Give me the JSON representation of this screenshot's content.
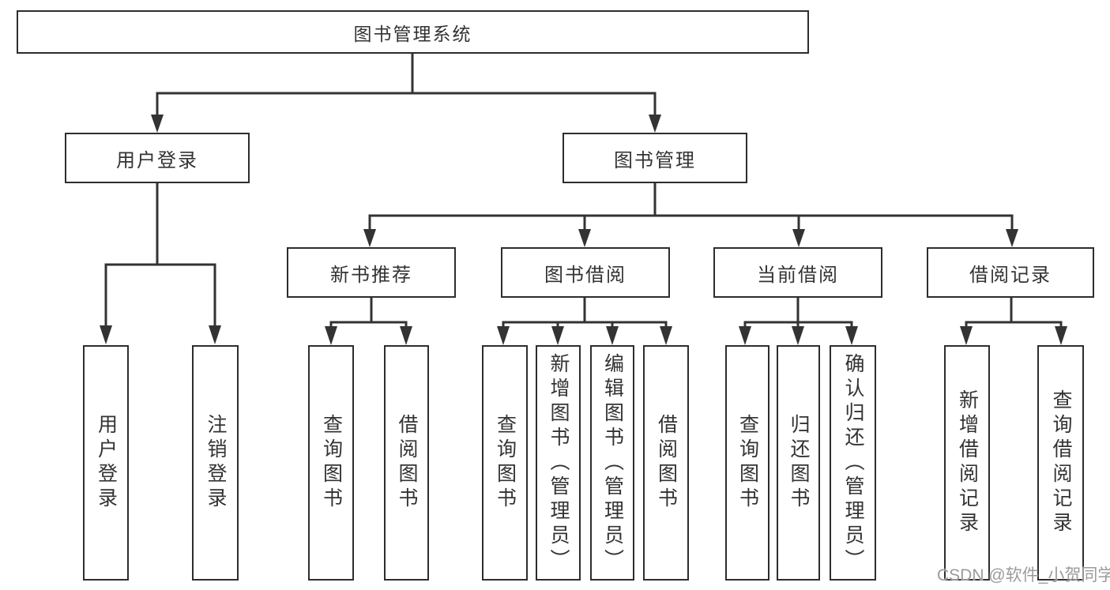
{
  "nodes": {
    "root": {
      "label": "图书管理系统"
    },
    "userLogin": {
      "label": "用户登录"
    },
    "bookMgmt": {
      "label": "图书管理"
    },
    "newBookRec": {
      "label": "新书推荐"
    },
    "bookBorrow": {
      "label": "图书借阅"
    },
    "currentBorrow": {
      "label": "当前借阅"
    },
    "borrowRecord": {
      "label": "借阅记录"
    },
    "leafUserLogin": {
      "label": "用户登录"
    },
    "leafLogout": {
      "label": "注销登录"
    },
    "leafQueryBooksRec": {
      "label": "查询图书"
    },
    "leafBorrowBooksRec": {
      "label": "借阅图书"
    },
    "leafQueryBooksBorrow": {
      "label": "查询图书"
    },
    "leafAddBooks": {
      "label": "新增图书（管理员）"
    },
    "leafEditBooks": {
      "label": "编辑图书（管理员）"
    },
    "leafBorrowBooksBorrow": {
      "label": "借阅图书"
    },
    "leafQueryBooksCurrent": {
      "label": "查询图书"
    },
    "leafReturnBooks": {
      "label": "归还图书"
    },
    "leafConfirmReturn": {
      "label": "确认归还（管理员）"
    },
    "leafAddBorrowRecord": {
      "label": "新增借阅记录"
    },
    "leafQueryBorrowRecord": {
      "label": "查询借阅记录"
    }
  },
  "hierarchy": {
    "图书管理系统": {
      "用户登录": [
        "用户登录",
        "注销登录"
      ],
      "图书管理": {
        "新书推荐": [
          "查询图书",
          "借阅图书"
        ],
        "图书借阅": [
          "查询图书",
          "新增图书（管理员）",
          "编辑图书（管理员）",
          "借阅图书"
        ],
        "当前借阅": [
          "查询图书",
          "归还图书",
          "确认归还（管理员）"
        ],
        "借阅记录": [
          "新增借阅记录",
          "查询借阅记录"
        ]
      }
    }
  },
  "watermark": {
    "text": "CSDN @软件_小贺同学"
  },
  "colors": {
    "line": "#333333",
    "box_border": "#2d2d2d",
    "text": "#333333",
    "watermark": "#9b9b9b",
    "background": "#ffffff"
  }
}
